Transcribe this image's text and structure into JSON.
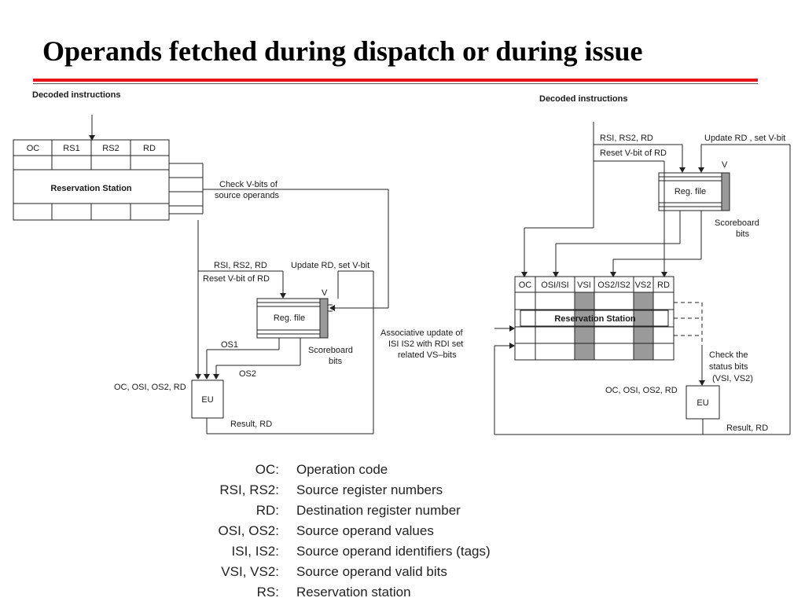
{
  "slide": {
    "title": "Operands fetched during dispatch or during issue"
  },
  "left_diagram": {
    "header": "Decoded instructions",
    "rs_columns": [
      "OC",
      "RS1",
      "RS2",
      "RD"
    ],
    "rs_label": "Reservation Station",
    "check_label": [
      "Check V-bits of",
      "source operands"
    ],
    "regs_label": "RSI, RS2, RD",
    "reset_label": "Reset V-bit of RD",
    "update_label": "Update RD, set V-bit",
    "v_label": "V",
    "regfile_label": "Reg. file",
    "scoreboard_label": [
      "Scoreboard",
      "bits"
    ],
    "os1_label": "OS1",
    "os2_label": "OS2",
    "eu_inputs_label": "OC, OSI, OS2, RD",
    "eu_label": "EU",
    "result_label": "Result, RD"
  },
  "middle": {
    "assoc_label": [
      "Associative update of",
      "ISI IS2 with RDI set",
      "related VS–bits"
    ]
  },
  "right_diagram": {
    "header": "Decoded instructions",
    "regs_label": "RSI, RS2, RD",
    "reset_label": "Reset V-bit of RD",
    "update_label": "Update RD , set V-bit",
    "v_label": "V",
    "regfile_label": "Reg. file",
    "scoreboard_label": [
      "Scoreboard",
      "bits"
    ],
    "rs_columns": [
      "OC",
      "OSI/ISI",
      "VSI",
      "OS2/IS2",
      "VS2",
      "RD"
    ],
    "rs_label": "Reservation Station",
    "check_label": [
      "Check the",
      "status bits",
      "(VSI, VS2)"
    ],
    "eu_inputs_label": "OC, OSI, OS2, RD",
    "eu_label": "EU",
    "result_label": "Result, RD"
  },
  "legend": [
    {
      "term": "OC:",
      "definition": "Operation code"
    },
    {
      "term": "RSI, RS2:",
      "definition": "Source register numbers"
    },
    {
      "term": "RD:",
      "definition": "Destination register number"
    },
    {
      "term": "OSI, OS2:",
      "definition": "Source operand values"
    },
    {
      "term": "ISI, IS2:",
      "definition": "Source operand identifiers (tags)"
    },
    {
      "term": "VSI, VS2:",
      "definition": "Source operand valid bits"
    },
    {
      "term": "RS:",
      "definition": "Reservation station"
    }
  ]
}
